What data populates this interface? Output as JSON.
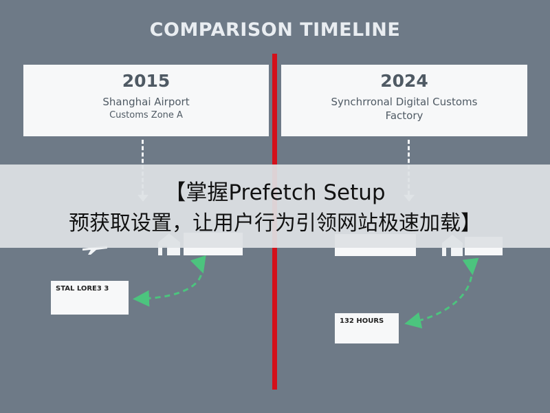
{
  "title": "COMPARISON TIMELINE",
  "left_card": {
    "year": "2015",
    "line1": "Shanghai Airport",
    "line2": "Customs Zone A"
  },
  "right_card": {
    "year": "2024",
    "line1": "Synchrronal Digital Customs",
    "line2": "Factory"
  },
  "banner": {
    "line1": "【掌握Prefetch Setup",
    "line2": "预获取设置，让用户行为引领网站极速加载】"
  },
  "left_label": "STAL LORE3 3",
  "right_label": "132 HOURS",
  "colors": {
    "background": "#6e7a87",
    "divider": "#d4101a",
    "card": "#f7f8f9",
    "connector": "#4cc47e"
  },
  "icons": [
    "airplane-icon",
    "house-icon",
    "truck-icon"
  ]
}
